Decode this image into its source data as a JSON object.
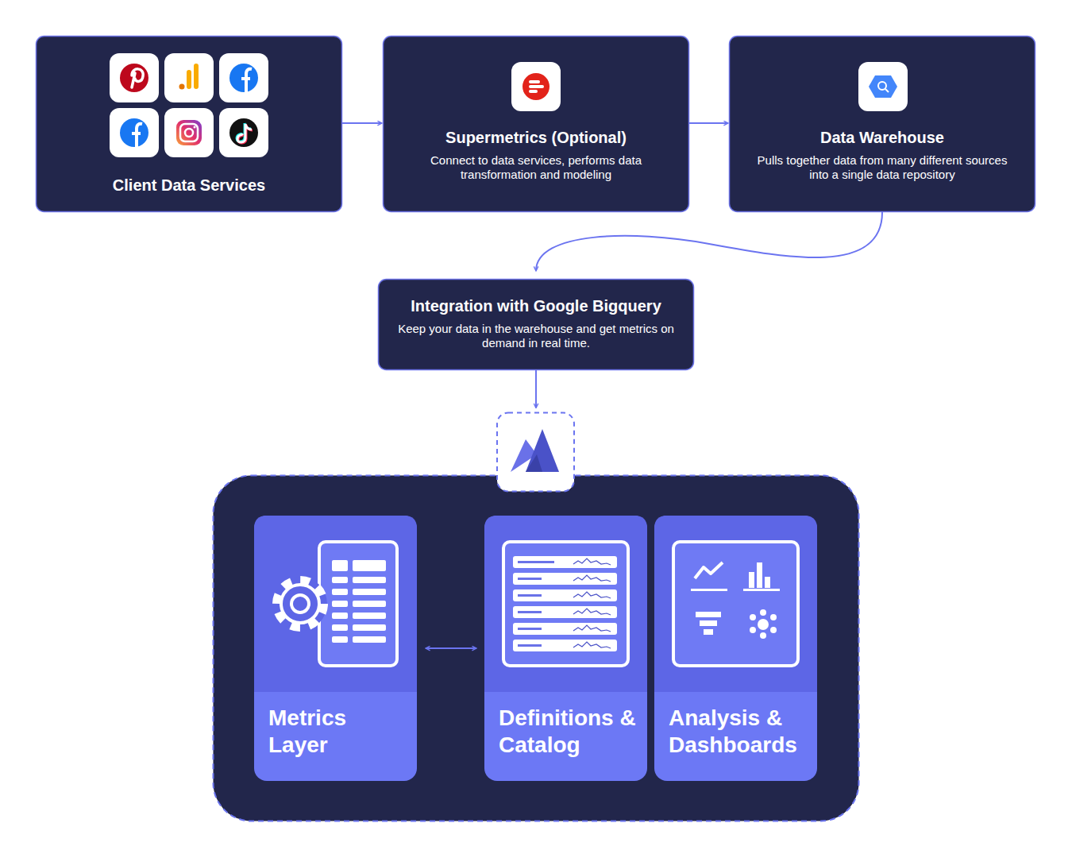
{
  "diagram": {
    "nodes": [
      {
        "text": [
          "Client Data Services"
        ]
      },
      {
        "text": [
          "Supermetrics (Optional)",
          "Connect to data services, performs data transformation and modeling"
        ]
      },
      {
        "text": [
          "Data Warehouse",
          "Pulls together data from many different sources into a single data repository"
        ]
      },
      {
        "text": [
          "Integration with Google Bigquery",
          "Keep your data in the warehouse and get metrics on demand in real time."
        ]
      },
      {
        "text": []
      },
      {
        "text": [
          "Metrics Layer"
        ],
        "in": 4
      },
      {
        "text": [
          "Definitions & Catalog"
        ],
        "in": 4
      },
      {
        "text": [
          "Analysis & Dashboards"
        ],
        "in": 4
      }
    ],
    "edges": [
      {
        "from": 0,
        "to": 1,
        "arrow": "to"
      },
      {
        "from": 1,
        "to": 2,
        "arrow": "to"
      },
      {
        "from": 2,
        "to": 3,
        "arrow": "to"
      },
      {
        "from": 3,
        "to": 4,
        "arrow": "to"
      },
      {
        "from": 5,
        "to": 6,
        "arrow": "both"
      }
    ]
  }
}
